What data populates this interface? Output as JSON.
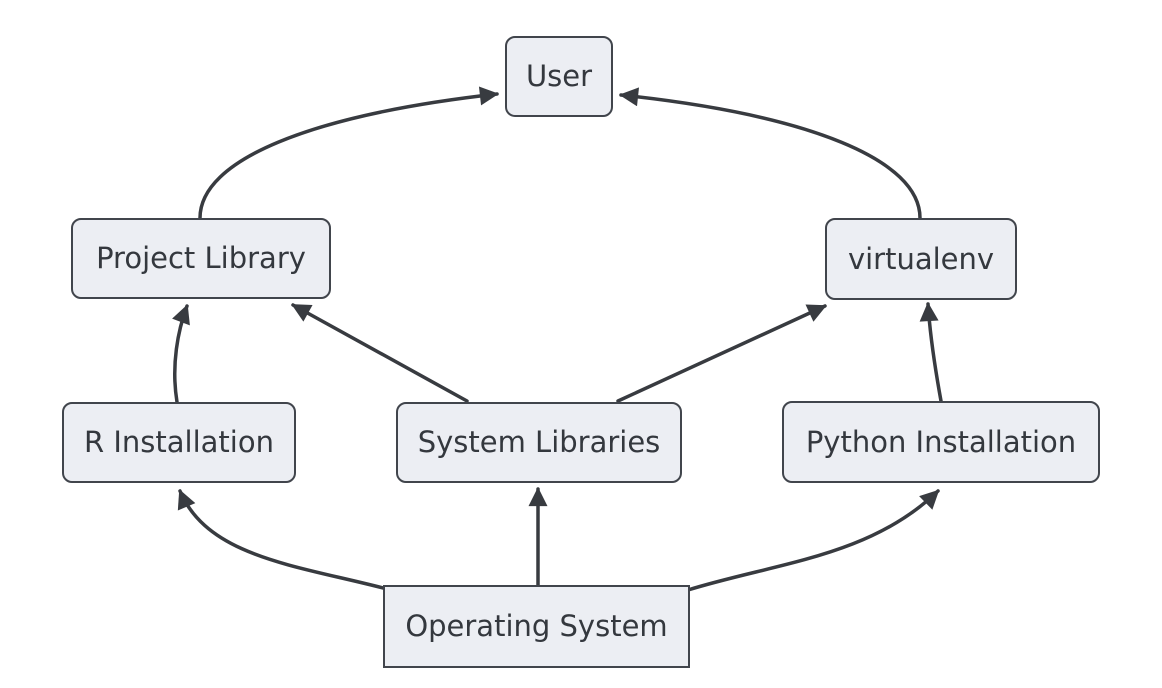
{
  "diagram": {
    "type": "dependency-flowchart",
    "nodes": [
      {
        "id": "user",
        "label": "User"
      },
      {
        "id": "project-library",
        "label": "Project Library"
      },
      {
        "id": "virtualenv",
        "label": "virtualenv"
      },
      {
        "id": "r-installation",
        "label": "R Installation"
      },
      {
        "id": "system-libraries",
        "label": "System Libraries"
      },
      {
        "id": "python-installation",
        "label": "Python Installation"
      },
      {
        "id": "operating-system",
        "label": "Operating System"
      }
    ],
    "edges": [
      {
        "from": "project-library",
        "to": "user"
      },
      {
        "from": "virtualenv",
        "to": "user"
      },
      {
        "from": "r-installation",
        "to": "project-library"
      },
      {
        "from": "system-libraries",
        "to": "project-library"
      },
      {
        "from": "system-libraries",
        "to": "virtualenv"
      },
      {
        "from": "python-installation",
        "to": "virtualenv"
      },
      {
        "from": "operating-system",
        "to": "r-installation"
      },
      {
        "from": "operating-system",
        "to": "system-libraries"
      },
      {
        "from": "operating-system",
        "to": "python-installation"
      }
    ],
    "colors": {
      "background": "#ffffff",
      "node_fill": "#eceef3",
      "node_border": "#41454c",
      "edge": "#383b40",
      "text": "#34383e"
    }
  }
}
